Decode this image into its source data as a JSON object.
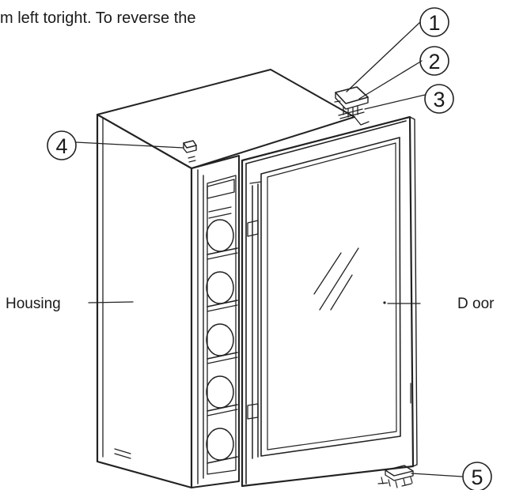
{
  "header": {
    "caption": "m left toright. To reverse the"
  },
  "labels": {
    "housing": "Housing",
    "door": "D oor"
  },
  "callouts": [
    {
      "number": "1"
    },
    {
      "number": "2"
    },
    {
      "number": "3"
    },
    {
      "number": "4"
    },
    {
      "number": "5"
    }
  ]
}
